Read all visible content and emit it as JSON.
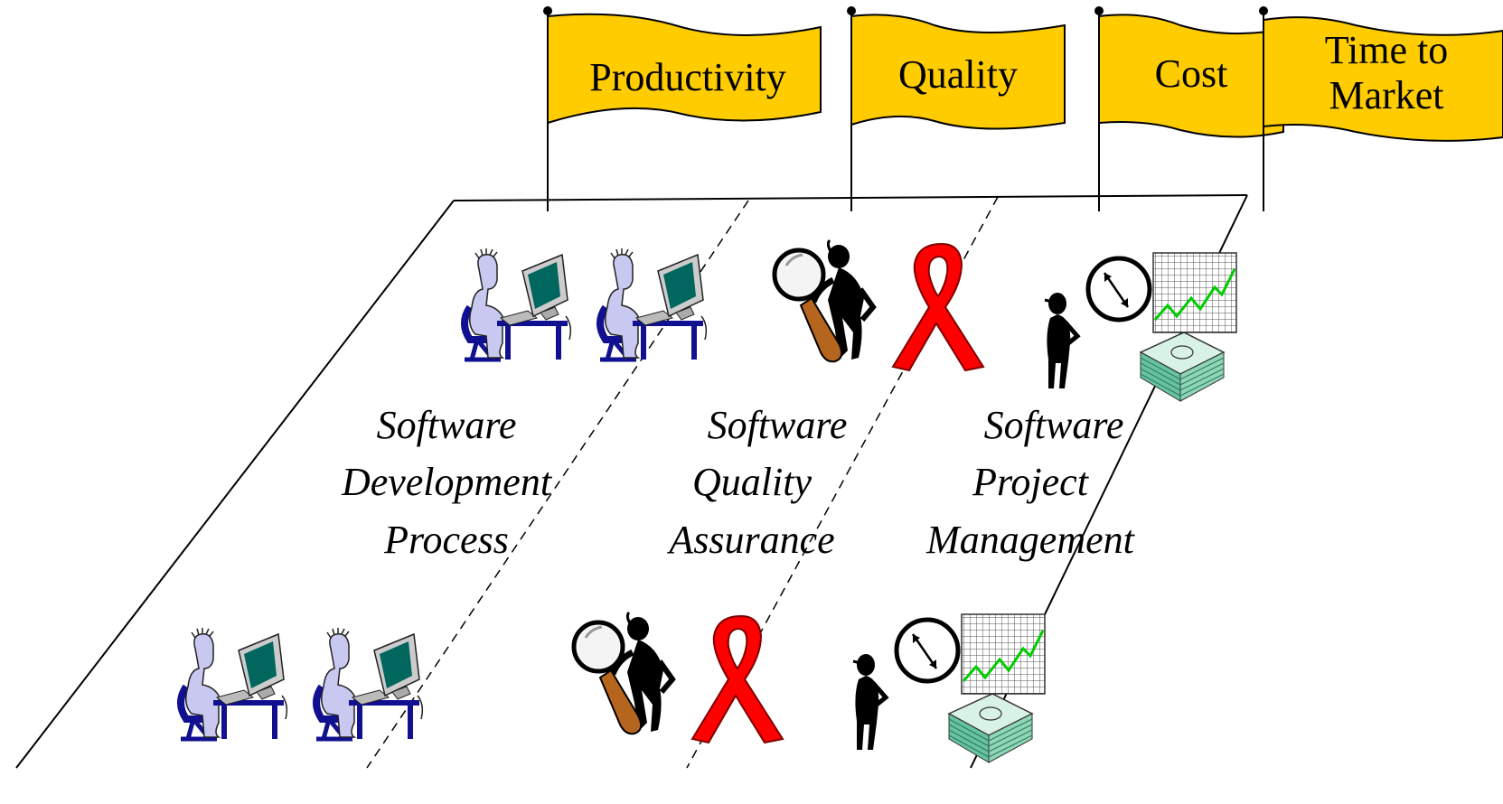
{
  "flags": [
    {
      "id": "productivity",
      "lines": [
        "Productivity"
      ]
    },
    {
      "id": "quality",
      "lines": [
        "Quality"
      ]
    },
    {
      "id": "cost",
      "lines": [
        "Cost"
      ]
    },
    {
      "id": "time-to-market",
      "lines": [
        "Time to",
        "Market"
      ]
    }
  ],
  "lanes": [
    {
      "id": "development",
      "lines": [
        "Software",
        "Development",
        "Process"
      ]
    },
    {
      "id": "quality-assurance",
      "lines": [
        "Software",
        "Quality",
        "Assurance"
      ]
    },
    {
      "id": "project-management",
      "lines": [
        "Software",
        "Project",
        "Management"
      ]
    }
  ],
  "colors": {
    "flag_fill": "#FFCC00",
    "monitor_screen": "#00665E",
    "person_skin": "#C8C8F0",
    "chair_desk": "#101090",
    "ribbon": "#FF0000",
    "magnifier_handle": "#B5651D",
    "chart_line": "#00CC00",
    "money": "#66C2A0"
  },
  "icons": [
    "programmer-icon",
    "magnifier-inspector-icon",
    "red-ribbon-icon",
    "manager-icon",
    "clock-icon",
    "growth-chart-icon",
    "money-stack-icon"
  ]
}
